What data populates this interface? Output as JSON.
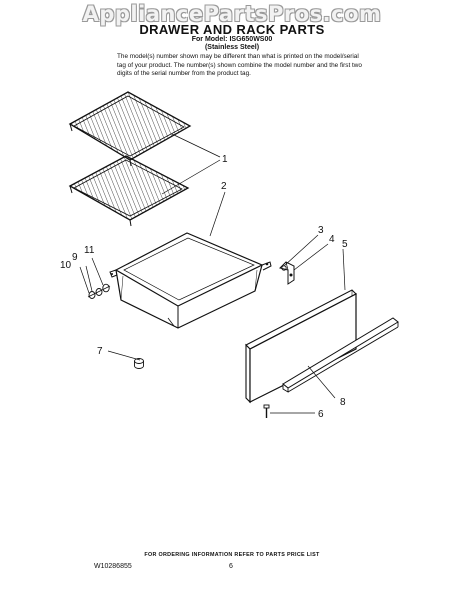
{
  "watermark": "AppliancePartsPros.com",
  "title": "DRAWER AND RACK PARTS",
  "model_line": "For Model: ISG650WS00",
  "finish_line": "(Stainless Steel)",
  "note": "The model(s) number shown may be different than what is printed on the model/serial tag of your product. The number(s) shown combine the model number and the first two digits of the serial number from the product tag.",
  "callouts": {
    "c1": "1",
    "c2": "2",
    "c3": "3",
    "c4": "4",
    "c5": "5",
    "c6": "6",
    "c7": "7",
    "c8": "8",
    "c9": "9",
    "c10": "10",
    "c11": "11"
  },
  "footer": "FOR ORDERING INFORMATION REFER TO PARTS PRICE LIST",
  "doc_number": "W10286855",
  "page_number": "6"
}
